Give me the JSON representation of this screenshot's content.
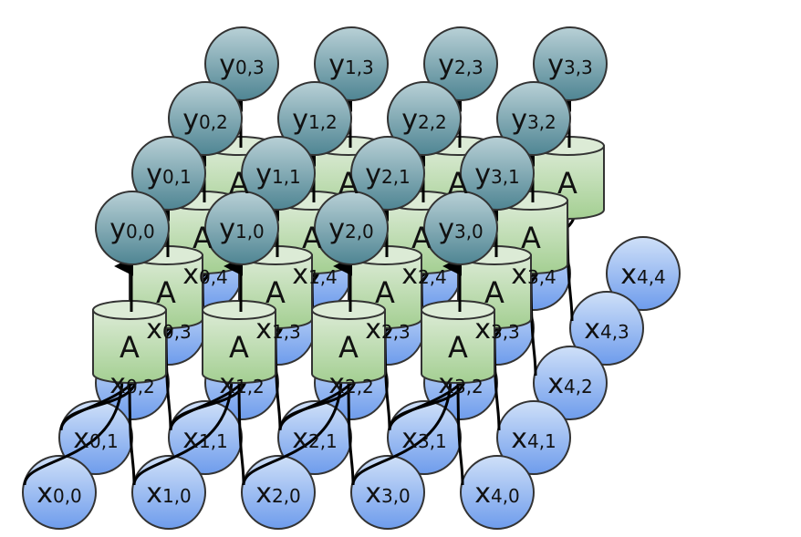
{
  "cell_label": "A",
  "inputs": {
    "symbol": "x",
    "grid_size": 5,
    "labels": [
      [
        "0,0",
        "1,0",
        "2,0",
        "3,0",
        "4,0"
      ],
      [
        "0,1",
        "1,1",
        "2,1",
        "3,1",
        "4,1"
      ],
      [
        "0,2",
        "1,2",
        "2,2",
        "3,2",
        "4,2"
      ],
      [
        "0,3",
        "1,3",
        "2,3",
        "3,3",
        "4,3"
      ],
      [
        "0,4",
        "1,4",
        "2,4",
        "3,4",
        "4,4"
      ]
    ]
  },
  "outputs": {
    "symbol": "y",
    "grid_size": 4,
    "labels": [
      [
        "0,0",
        "1,0",
        "2,0",
        "3,0"
      ],
      [
        "0,1",
        "1,1",
        "2,1",
        "3,1"
      ],
      [
        "0,2",
        "1,2",
        "2,2",
        "3,2"
      ],
      [
        "0,3",
        "1,3",
        "2,3",
        "3,3"
      ]
    ]
  },
  "colors": {
    "input_top": "#cfe0f8",
    "input_bottom": "#6e9cec",
    "output_top": "#b8d0d6",
    "output_bottom": "#4f8593",
    "cell_top": "#dcebd6",
    "cell_bottom": "#a4cf92",
    "stroke": "#333333",
    "edge": "#000000"
  }
}
